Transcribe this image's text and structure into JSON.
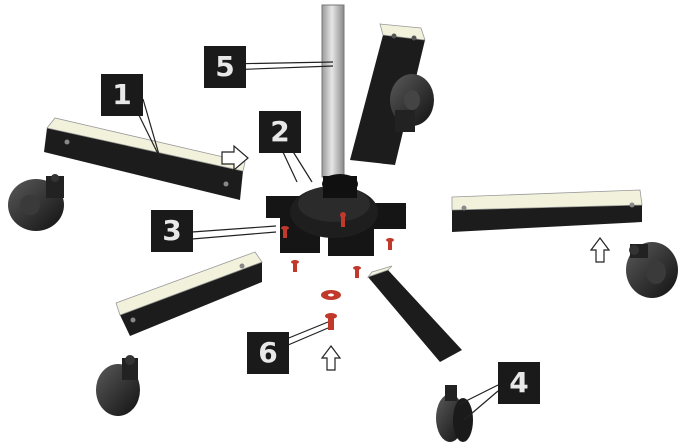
{
  "labels": {
    "leg_beam": "1",
    "hub": "2",
    "hub_screws": "3",
    "caster": "4",
    "pole": "5",
    "center_bolt": "6"
  },
  "colors": {
    "beam_top": "#f2f2dc",
    "beam_side": "#1c1c1c",
    "pole": "#cfcfcf",
    "screw": "#c0392b",
    "label_bg": "#1a1a1a",
    "label_text": "#e8e8e8",
    "leader": "#222222"
  }
}
